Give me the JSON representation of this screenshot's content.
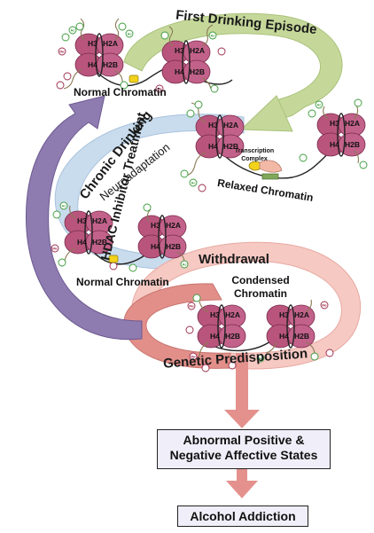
{
  "cycle_labels": {
    "first_drinking_episode": "First Drinking Episode",
    "chronic_drinking": "Chronic Drinking",
    "neuroadaptation": "Neuroadaptation",
    "withdrawal": "Withdrawal",
    "genetic_predisposition": "Genetic Predisposition",
    "hdac_inhibitor_treatment": "HDAC Inhibitor Treatment"
  },
  "chromatin_states": {
    "normal_top": "Normal Chromatin",
    "relaxed": "Relaxed Chromatin",
    "normal_middle": "Normal Chromatin",
    "condensed_line1": "Condensed",
    "condensed_line2": "Chromatin",
    "transcription_line1": "Transcription",
    "transcription_line2": "Complex"
  },
  "histones": {
    "h3": "H3",
    "h2a": "H2A",
    "h4": "H4",
    "h2b": "H2B"
  },
  "tail_marks": {
    "acetyl": "Ac",
    "methyl": "Me"
  },
  "outcomes": {
    "affective_line1": "Abnormal Positive &",
    "affective_line2": "Negative Affective States",
    "addiction": "Alcohol Addiction"
  },
  "colors": {
    "first_episode_arc": "#c5d89a",
    "chronic_arc": "#c9dcee",
    "withdrawal_arc": "#f6c9c3",
    "genetic_arc": "#e28f8a",
    "hdac_arc": "#8e7bb0",
    "histone": "#b9557c",
    "acetyl": "#3a9a3a",
    "methyl": "#9b2a4a",
    "box_fill": "#f0eef8",
    "down_arrow": "#e4918d"
  }
}
